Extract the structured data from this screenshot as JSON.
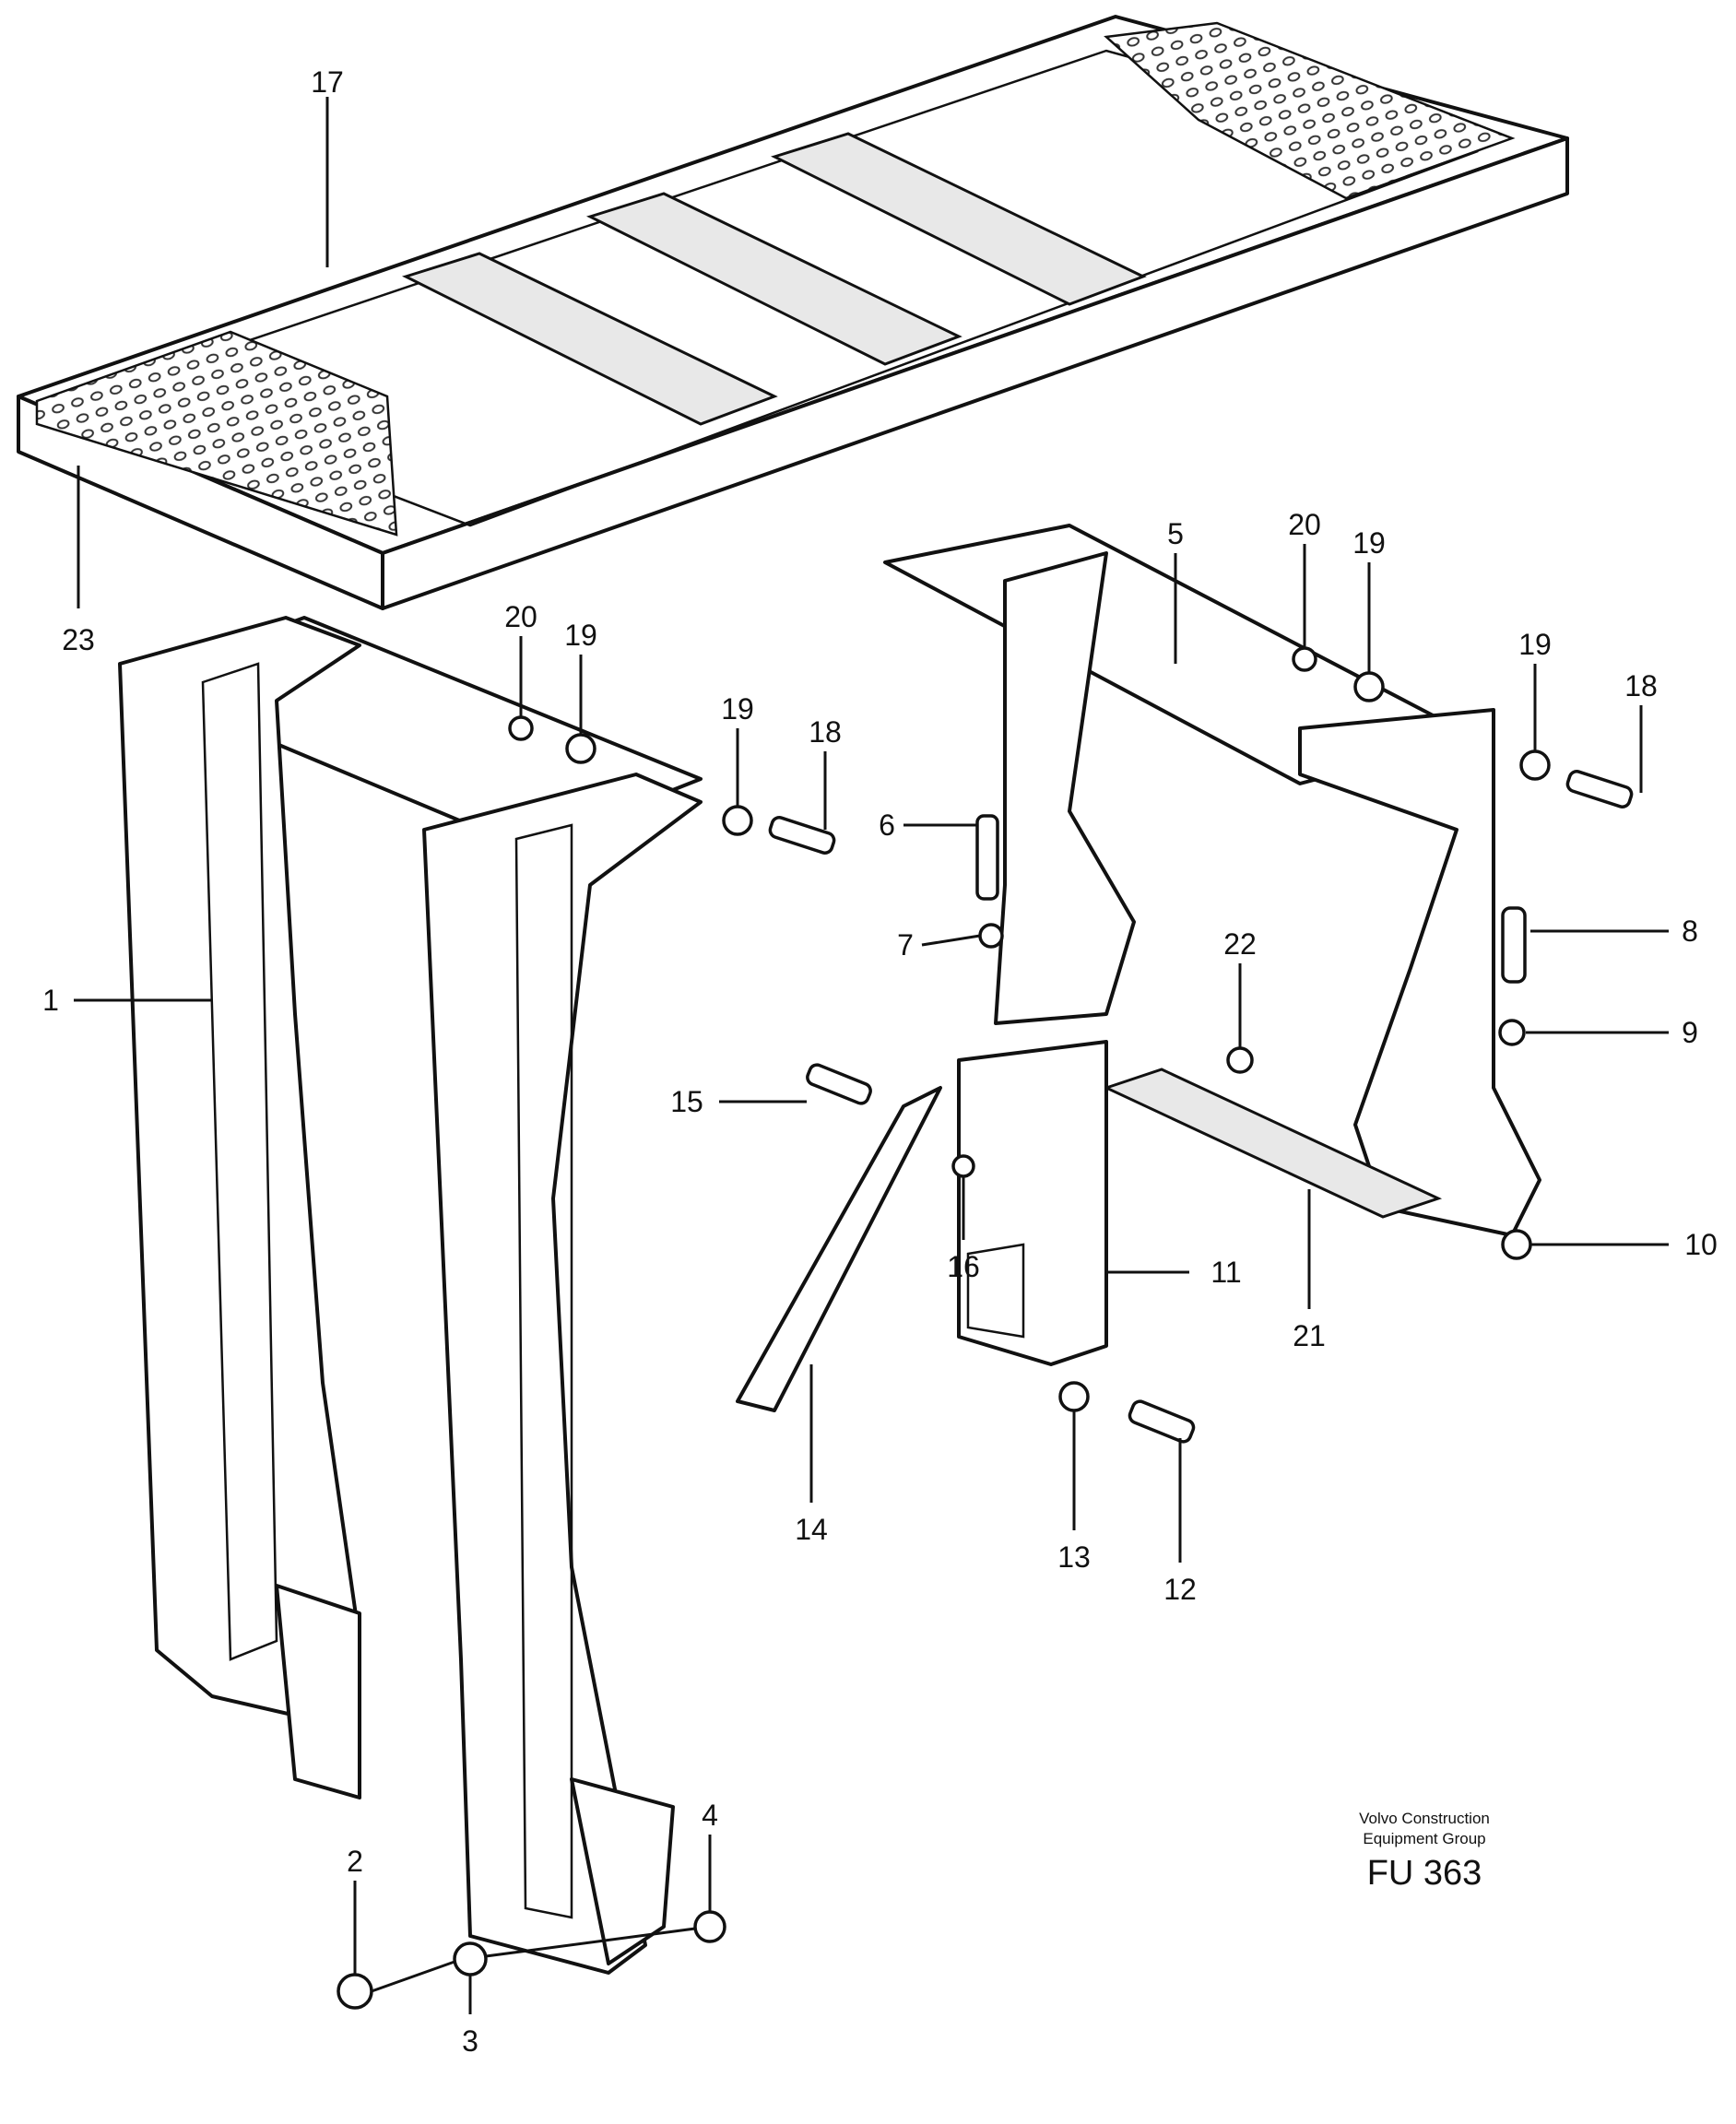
{
  "diagram": {
    "callouts": [
      {
        "id": "c17a",
        "text": "17"
      },
      {
        "id": "c23",
        "text": "23"
      },
      {
        "id": "c20a",
        "text": "20"
      },
      {
        "id": "c19a",
        "text": "19"
      },
      {
        "id": "c19b",
        "text": "19"
      },
      {
        "id": "c18a",
        "text": "18"
      },
      {
        "id": "c1",
        "text": "1"
      },
      {
        "id": "c5",
        "text": "5"
      },
      {
        "id": "c20b",
        "text": "20"
      },
      {
        "id": "c19c",
        "text": "19"
      },
      {
        "id": "c19d",
        "text": "19"
      },
      {
        "id": "c18b",
        "text": "18"
      },
      {
        "id": "c6",
        "text": "6"
      },
      {
        "id": "c7",
        "text": "7"
      },
      {
        "id": "c22",
        "text": "22"
      },
      {
        "id": "c8",
        "text": "8"
      },
      {
        "id": "c9",
        "text": "9"
      },
      {
        "id": "c15",
        "text": "15"
      },
      {
        "id": "c16",
        "text": "16"
      },
      {
        "id": "c11",
        "text": "11"
      },
      {
        "id": "c10",
        "text": "10"
      },
      {
        "id": "c21",
        "text": "21"
      },
      {
        "id": "c14",
        "text": "14"
      },
      {
        "id": "c13",
        "text": "13"
      },
      {
        "id": "c12",
        "text": "12"
      },
      {
        "id": "c4",
        "text": "4"
      },
      {
        "id": "c2",
        "text": "2"
      },
      {
        "id": "c3",
        "text": "3"
      }
    ],
    "caption": {
      "line1": "Volvo Construction",
      "line2": "Equipment Group",
      "code": "FU 363"
    }
  }
}
